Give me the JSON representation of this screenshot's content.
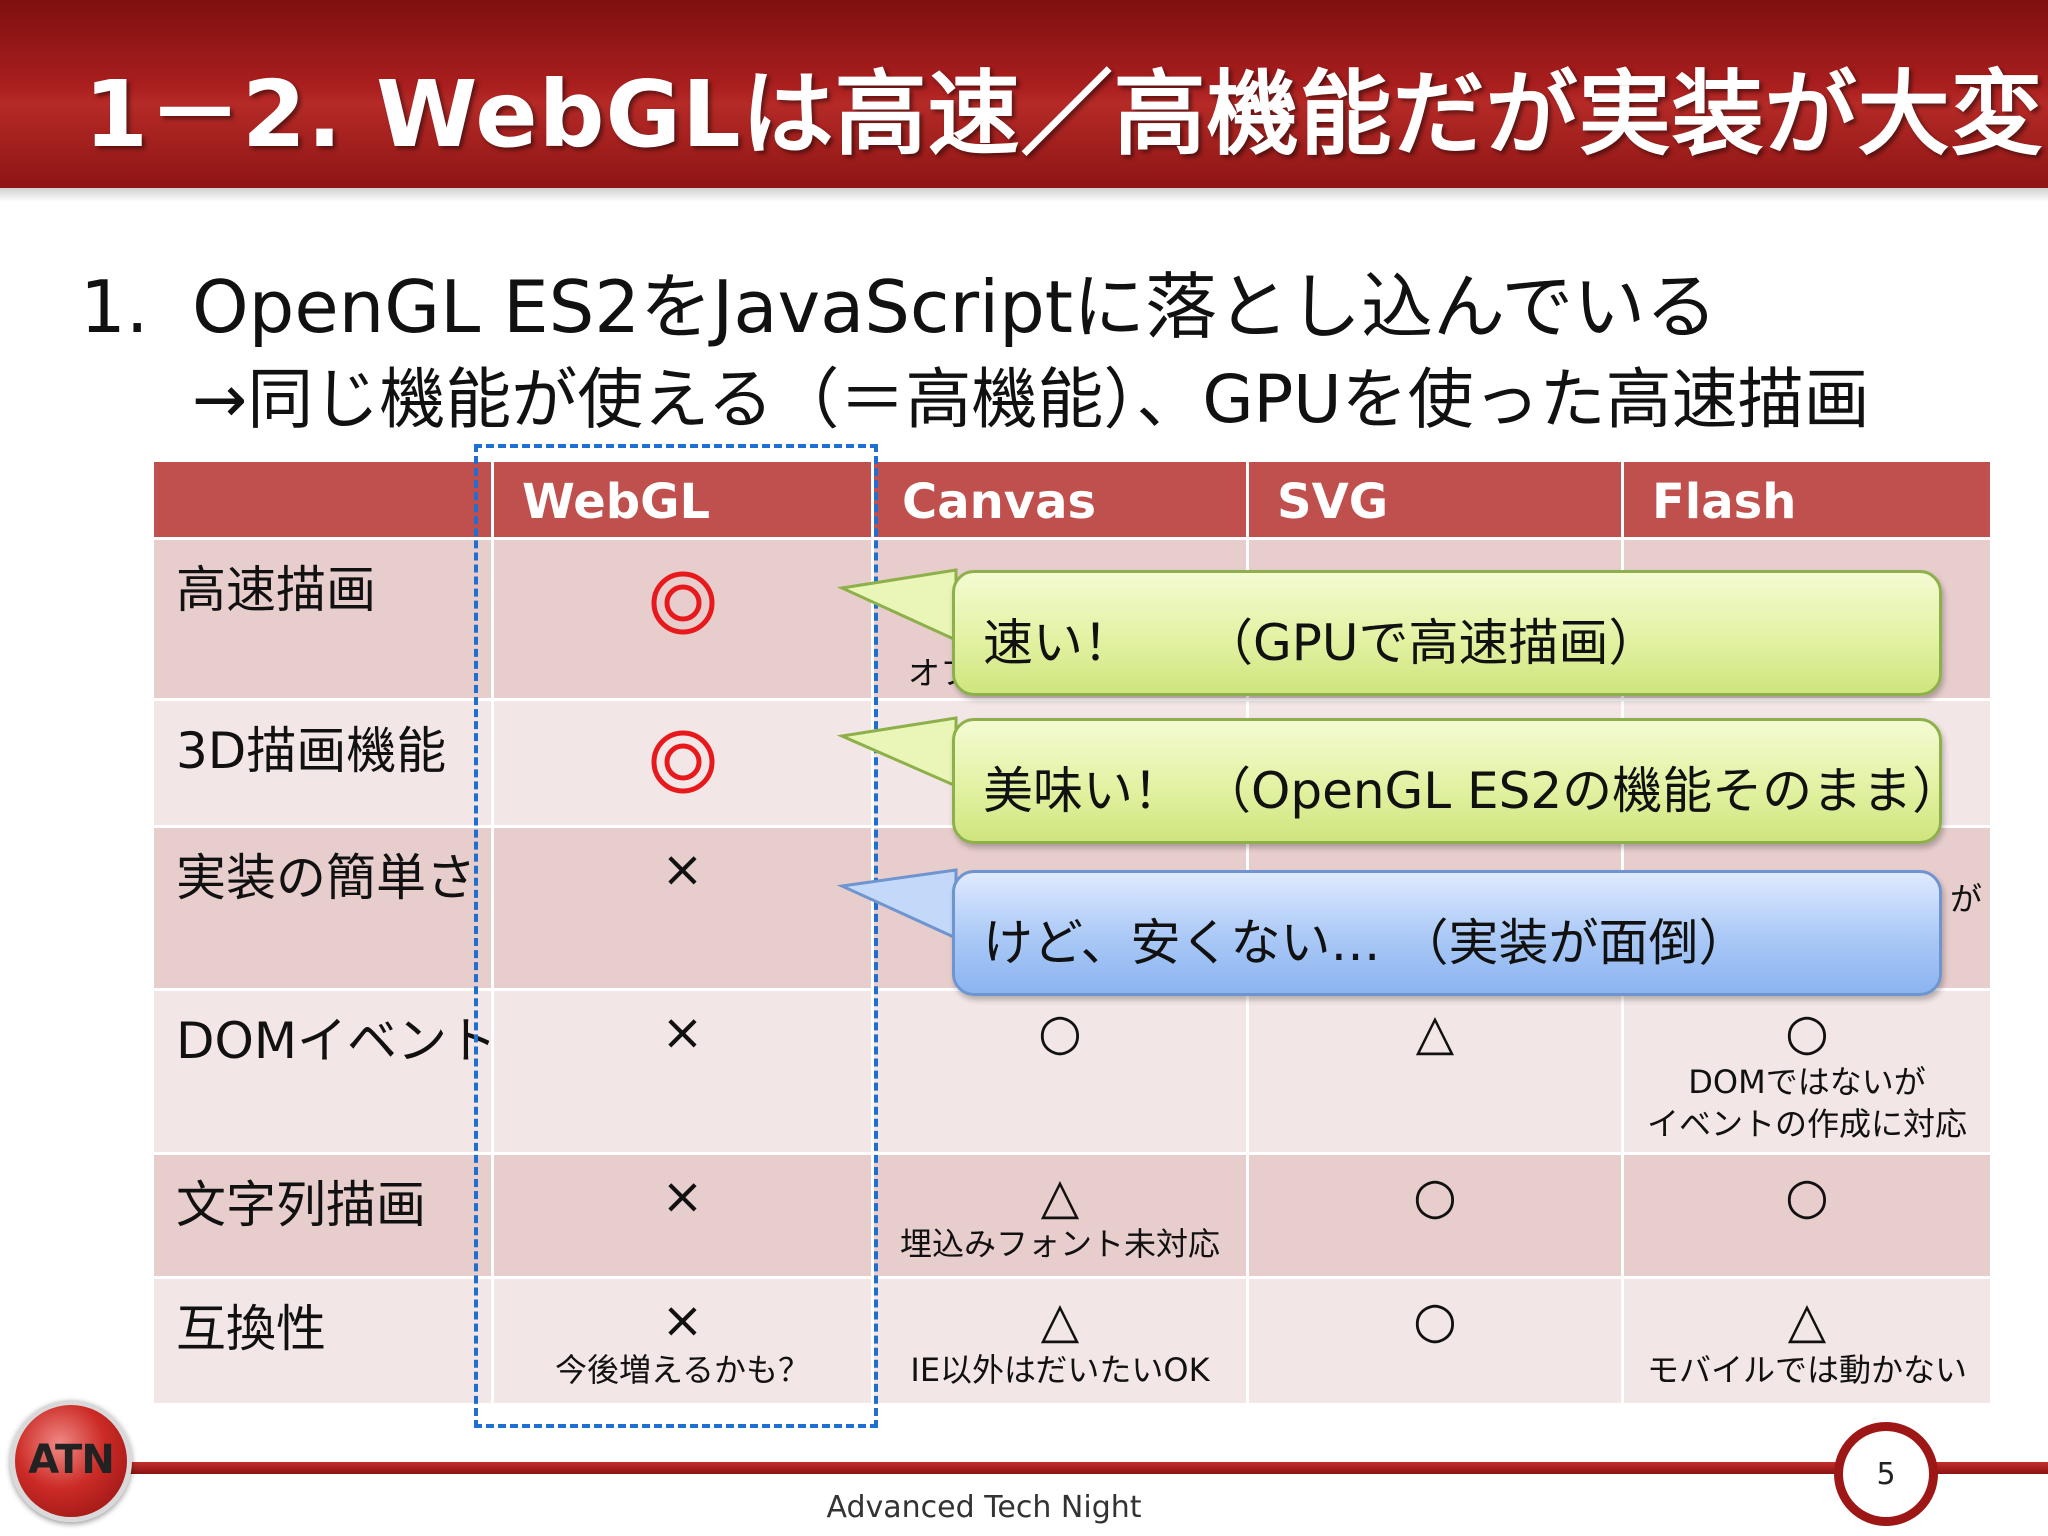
{
  "title": "1－2. WebGLは高速／高機能だが実装が大変",
  "bullet1": {
    "number": "1.",
    "text": "OpenGL ES2をJavaScriptに落とし込んでいる"
  },
  "bullet2": "→同じ機能が使える（＝高機能）、GPUを使った高速描画",
  "table": {
    "headers": [
      "",
      "WebGL",
      "Canvas",
      "SVG",
      "Flash"
    ],
    "rows": [
      {
        "label": "高速描画",
        "webgl": "◎",
        "canvas_note": "オフ",
        "canvas": "",
        "svg": "",
        "flash": ""
      },
      {
        "label": "3D描画機能",
        "webgl": "◎",
        "canvas": "",
        "svg": "",
        "flash": ""
      },
      {
        "label": "実装の簡単さ",
        "webgl": "×",
        "canvas": "",
        "svg": "",
        "flash": "",
        "flash_note": "が"
      },
      {
        "label": "DOMイベント",
        "webgl": "×",
        "canvas": "○",
        "svg": "△",
        "flash": "○",
        "flash_note1": "DOMではないが",
        "flash_note2": "イベントの作成に対応"
      },
      {
        "label": "文字列描画",
        "webgl": "×",
        "canvas": "△",
        "canvas_note": "埋込みフォント未対応",
        "svg": "○",
        "flash": "○"
      },
      {
        "label": "互換性",
        "webgl": "×",
        "webgl_note": "今後増えるかも？",
        "canvas": "△",
        "canvas_note": "IE以外はだいたいOK",
        "svg": "○",
        "flash": "△",
        "flash_note": "モバイルでは動かない"
      }
    ]
  },
  "callouts": [
    {
      "lead": "速い！",
      "text": "（GPUで高速描画）"
    },
    {
      "lead": "美味い！",
      "text": "（OpenGL ES2の機能そのまま）"
    },
    {
      "lead": "けど、安くない…",
      "text": "（実装が面倒）"
    }
  ],
  "logo": "ATN",
  "page_number": "5",
  "footer": "Advanced Tech Night",
  "colors": {
    "header": "#a91e1e",
    "table_header": "#c0504d",
    "row_dark": "#e8cdcd",
    "row_light": "#f3e6e6",
    "dash": "#1e6fd0",
    "callout_green": "#e2f2a3",
    "callout_blue": "#a9c8f6"
  }
}
